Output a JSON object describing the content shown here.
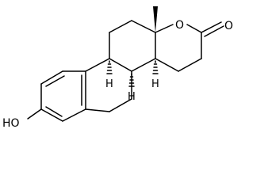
{
  "labels": {
    "oxygen_ring": "O",
    "oxygen_carbonyl": "O",
    "hydroxyl": "HO",
    "h_c9": "H",
    "h_c8": "H",
    "h_c14": "H"
  },
  "colors": {
    "stroke": "#000000",
    "background": "#ffffff"
  }
}
